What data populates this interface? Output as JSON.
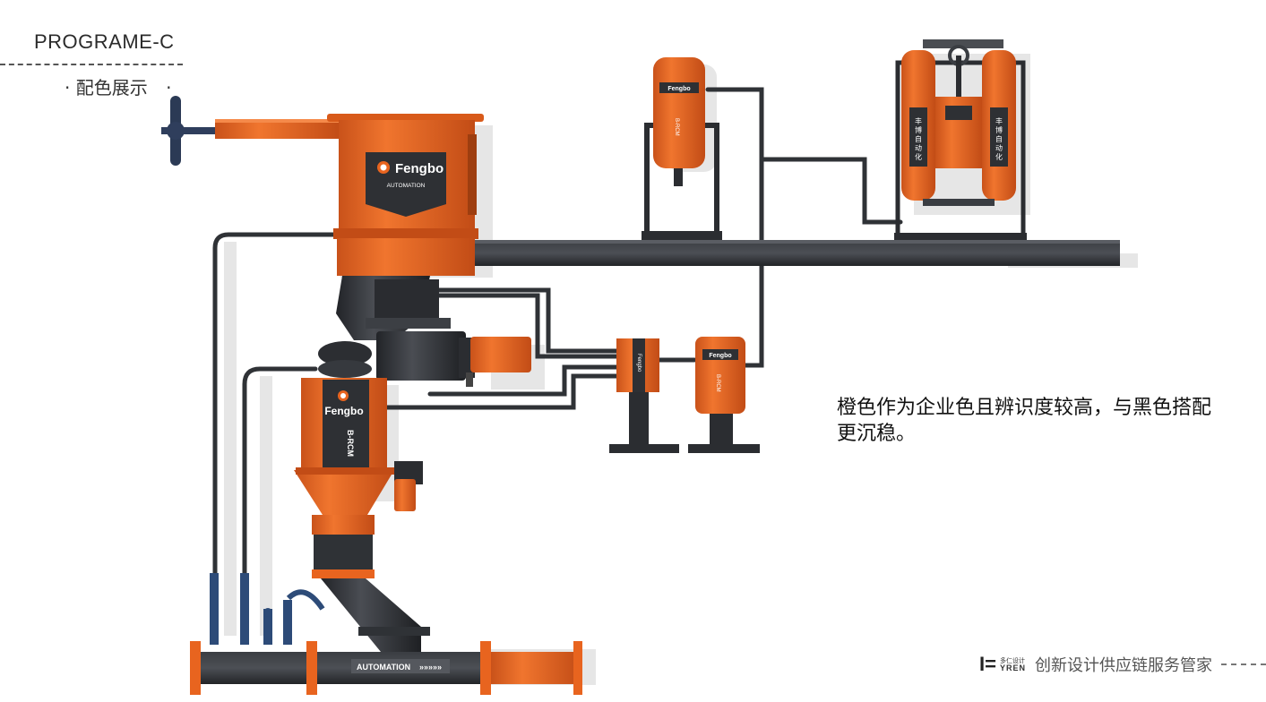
{
  "header": {
    "title": "PROGRAME-C",
    "subtitle": "配色展示",
    "bullet": "·"
  },
  "description": "橙色作为企业色且辨识度较高，与黑色搭配更沉稳。",
  "machine": {
    "brand": "Fengbo",
    "brand_sub": "AUTOMATION",
    "pipe_label": "AUTOMATION",
    "pipe_arrows": "»»»»»",
    "unit_model": "B-RCM",
    "tank_vertical_text": "丰博自动化",
    "colors": {
      "orange": "#E8641F",
      "orange_dark": "#B94A14",
      "black": "#2B2D31",
      "black_light": "#45484E",
      "shadow": "#E4E4E4"
    }
  },
  "footer": {
    "logo_mark": "I=",
    "logo_small_cn": "多仁设计",
    "logo_small_en": "YREN",
    "slogan": "创新设计供应链服务管家"
  }
}
